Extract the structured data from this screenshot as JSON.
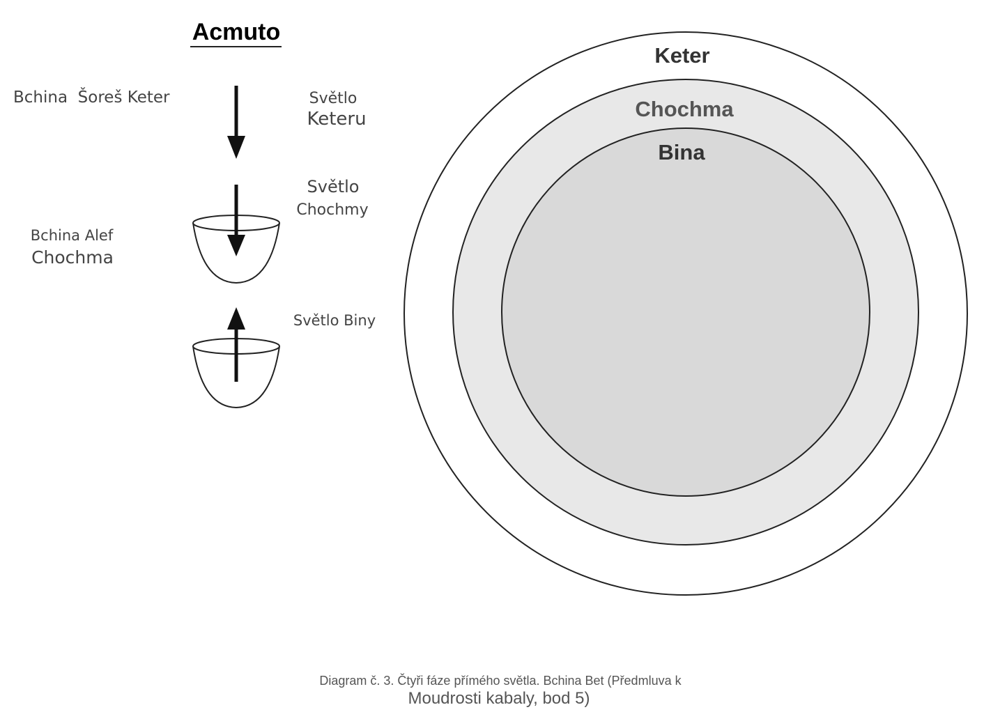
{
  "title": "Acmuto",
  "left_labels": {
    "shoresh": "Bchina  Šoreš Keter",
    "alef_line1": "Bchina Alef",
    "alef_line2": "Chochma"
  },
  "right_labels": {
    "keter_line1": "Světlo",
    "keter_line2": "Keteru",
    "chochma_line1": "Světlo",
    "chochma_line2": "Chochmy",
    "bina": "Světlo Biny"
  },
  "circles": {
    "outer": "Keter",
    "middle": "Chochma",
    "inner": "Bina",
    "colors": {
      "outer": "#ffffff",
      "middle": "#e8e8e8",
      "inner": "#d9d9d9",
      "stroke": "#222222"
    }
  },
  "caption": {
    "line1": "Diagram č. 3. Čtyři fáze přímého světla. Bchina Bet (Předmluva k",
    "line2": "Moudrosti kabaly, bod 5)"
  }
}
